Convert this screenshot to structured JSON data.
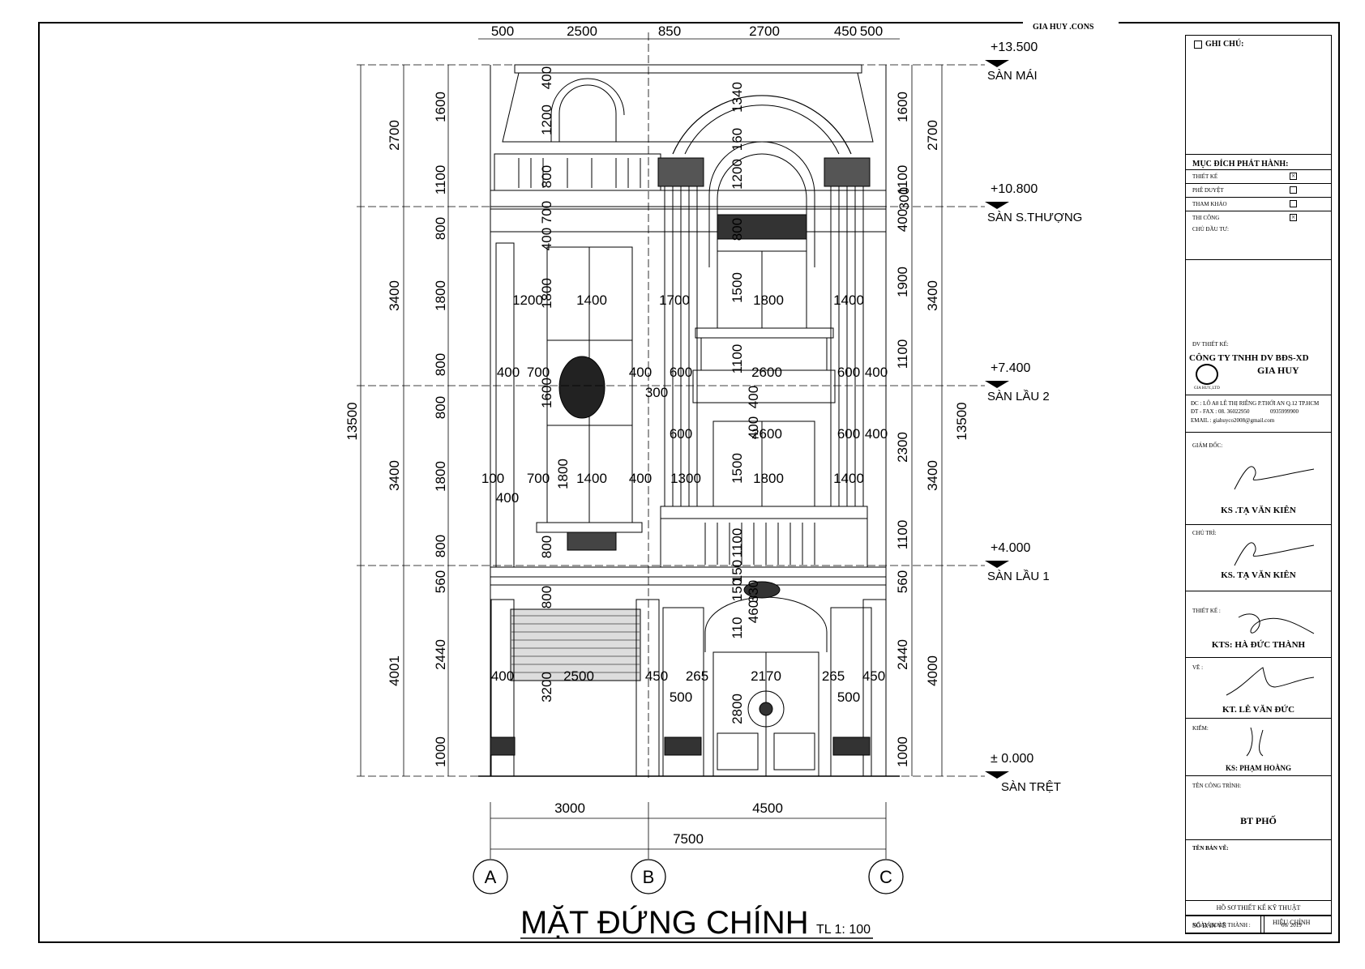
{
  "header": {
    "brand": "GIA  HUY     .CONS"
  },
  "drawing": {
    "title": "MẶT ĐỨNG CHÍNH",
    "scale": "TL 1: 100",
    "levels": [
      {
        "elev": "+13.500",
        "name": "SÀN MÁI"
      },
      {
        "elev": "+10.800",
        "name": "SÀN S.THƯỢNG"
      },
      {
        "elev": "+7.400",
        "name": "SÀN LẦU 2"
      },
      {
        "elev": "+4.000",
        "name": "SÀN LẦU 1"
      },
      {
        "elev": "± 0.000",
        "name": "SÀN TRỆT"
      }
    ],
    "axes": [
      "A",
      "B",
      "C"
    ],
    "top_dims": [
      "500",
      "2500",
      "850",
      "2700",
      "450",
      "500"
    ],
    "bottom_dims": [
      "3000",
      "4500"
    ],
    "bottom_total": "7500",
    "left_outer": "13500",
    "left_mid": [
      "2700",
      "3400",
      "3400",
      "4001"
    ],
    "left_inner": [
      "1600",
      "1100",
      "800",
      "1800",
      "800",
      "800",
      "1800",
      "800",
      "560",
      "2440",
      "1000"
    ],
    "right_inner": [
      "1600",
      "1100",
      "400",
      "1900",
      "1100",
      "2300",
      "1100",
      "560",
      "2440",
      "1000"
    ],
    "right_mid": [
      "2700",
      "3400",
      "3400",
      "4000"
    ],
    "right_outer": "13500",
    "interior_dims": [
      "400",
      "1200",
      "800",
      "700",
      "400",
      "1800",
      "1340",
      "160",
      "1200",
      "800",
      "300",
      "1200",
      "1400",
      "1700",
      "1500",
      "1800",
      "1400",
      "400",
      "700",
      "400",
      "600",
      "1100",
      "2600",
      "600",
      "400",
      "1600",
      "300",
      "400",
      "400",
      "600",
      "2600",
      "600",
      "400",
      "100",
      "700",
      "1800",
      "1400",
      "400",
      "1300",
      "1500",
      "1800",
      "1400",
      "400",
      "1100",
      "800",
      "800",
      "150",
      "150",
      "330",
      "460",
      "110",
      "400",
      "2500",
      "450",
      "265",
      "2170",
      "265",
      "450",
      "500",
      "3200",
      "2800",
      "500"
    ]
  },
  "title_block": {
    "notes_label": "GHI CHÚ:",
    "purpose_label": "MỤC ĐÍCH PHÁT HÀNH:",
    "purpose_items": [
      {
        "label": "THIẾT KẾ",
        "checked": true
      },
      {
        "label": "PHÊ DUYỆT",
        "checked": false
      },
      {
        "label": "THAM KHẢO",
        "checked": false
      },
      {
        "label": "THI CÔNG",
        "checked": true
      }
    ],
    "owner_label": "CHỦ ĐẦU TƯ:",
    "designer_unit_label": "ĐV THIẾT KẾ:",
    "company_line1": "CÔNG TY TNHH DV BĐS-XD",
    "company_line2": "GIA HUY",
    "logo_caption": "GIA HUY.,LTD",
    "address": "ĐC : LÔ A8 LÊ THỊ RIÊNG P.THỚI AN Q.12 TP.HCM",
    "phone_label": "ĐT - FAX : 08. 36022950",
    "phone2": "0935999900",
    "email": "EMAIL       : giahuyco2008@gmail.com",
    "director_label": "GIÁM ĐỐC:",
    "director_name": "KS .TẠ VĂN KIÊN",
    "lead_label": "CHỦ TRÌ:",
    "lead_name": "KS. TẠ VĂN KIÊN",
    "design_label": "THIẾT KẾ :",
    "design_name": "KTS: HÀ ĐỨC THÀNH",
    "draw_label": "VẼ :",
    "draw_name": "KT. LÊ VĂN ĐỨC",
    "check_label": "KIỂM:",
    "check_name": "KS: PHẠM HOÀNG",
    "project_label": "TÊN CÔNG TRÌNH:",
    "project_name": "BT PHỐ",
    "sheet_label": "TÊN BẢN VẼ:",
    "doc_type": "HỒ SƠ THIẾT KẾ KỸ THUẬT",
    "sheet_no_label": "SỐ BẢN VẼ",
    "revision_label": "HIỆU CHỈNH",
    "finish_label": "NGÀY HOÀN THÀNH :",
    "finish_date": "06/ 2019"
  }
}
